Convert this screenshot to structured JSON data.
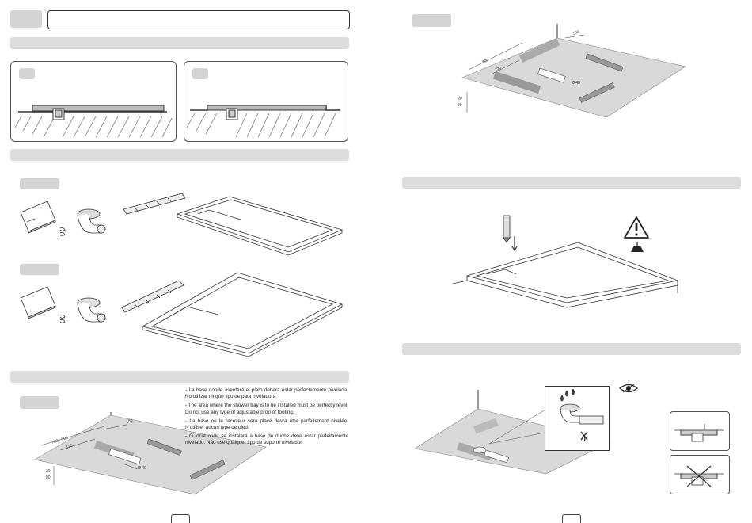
{
  "install_notes": [
    "- La base donde asentará el plato deberá estar perfectamente nivelada. No utilizar ningún tipo de pata niveladora.",
    "- The area where the shower tray is to be installed must be perfectly level. Do not use any type of adjustable prop or footing.",
    "- La base où le receveur sera placé devra être parfaitement nivelée. N'utiliser aucun type de pied.",
    "- O local onde se instalará a base de duche deve estar perfeitamente nivelado. Não use qualquer tipo de suporte nivelador."
  ],
  "dimensions_left": {
    "length": "700 - 900",
    "offset": "120",
    "width": "150",
    "depth_top": "20",
    "depth_bottom": "80",
    "pipe": "Ø 40"
  },
  "dimensions_right": {
    "length": "800",
    "offset": "120",
    "width": "150",
    "depth_top": "20",
    "depth_bottom": "80",
    "pipe": "Ø 40"
  },
  "icons": [
    "warning-icon",
    "level-icon",
    "eye-icon"
  ],
  "colors": {
    "section_bar": "#dcdcdc",
    "tag": "#d4d4d4",
    "floor": "#d9d9d9",
    "line": "#333333"
  }
}
